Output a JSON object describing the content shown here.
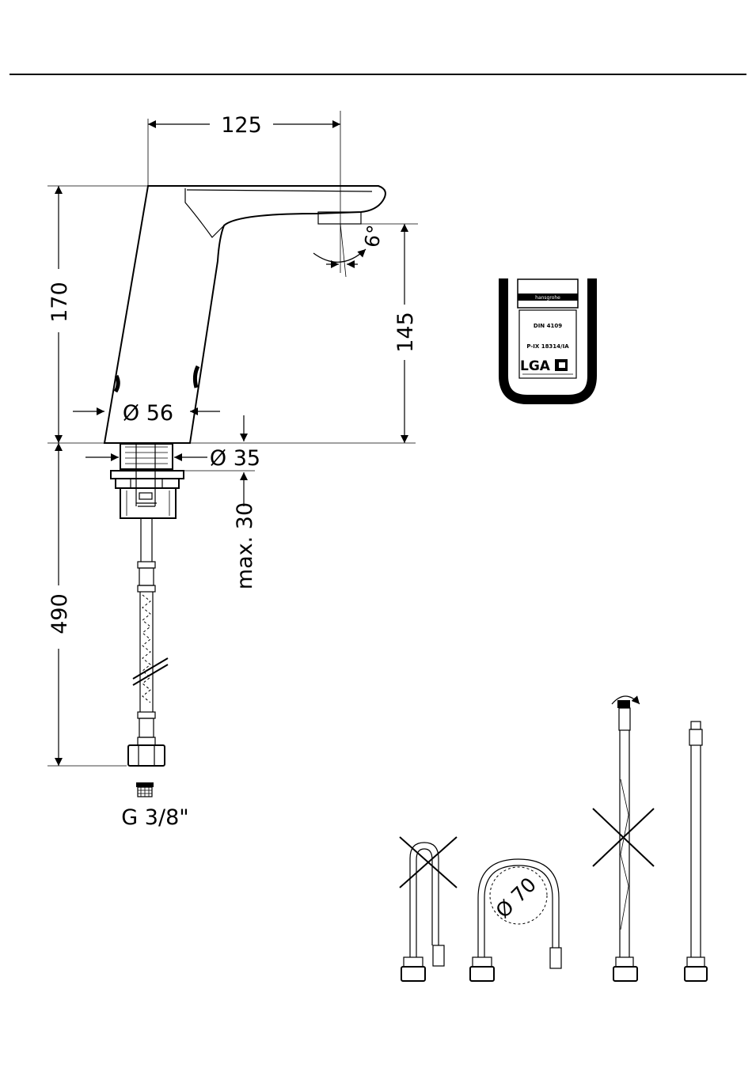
{
  "dimensions": {
    "width_top": "125",
    "height_total": "170",
    "spout_height": "145",
    "spout_angle": "6°",
    "base_diameter": "Ø 56",
    "shank_diameter": "Ø 35",
    "max_counter": "max. 30",
    "hose_length": "490",
    "connection": "G 3/8\"",
    "bend_diameter": "Ø 70"
  },
  "certificate": {
    "brand": "hansgrohe",
    "standard": "DIN 4109",
    "approval": "P-IX 18314/IA",
    "lab": "LGA"
  }
}
